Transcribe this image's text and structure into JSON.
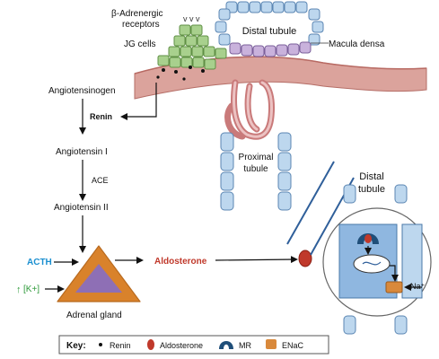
{
  "labels": {
    "beta_receptors_line1": "β-Adrenergic",
    "beta_receptors_line2": "receptors",
    "jg_cells": "JG cells",
    "distal_tubule_top": "Distal tubule",
    "macula_densa": "Macula densa",
    "angiotensinogen": "Angiotensinogen",
    "renin": "Renin",
    "angiotensin_1": "Angiotensin I",
    "ace": "ACE",
    "angiotensin_2": "Angiotensin II",
    "proximal_line1": "Proximal",
    "proximal_line2": "tubule",
    "distal_right_line1": "Distal",
    "distal_right_line2": "tubule",
    "acth": "ACTH",
    "k_plus": "[K+]",
    "k_arrow": "↑",
    "adrenal_gland": "Adrenal gland",
    "aldosterone": "Aldosterone",
    "na_plus": "Na⁺"
  },
  "key": {
    "title": "Key:",
    "renin": "Renin",
    "aldosterone": "Aldosterone",
    "mr": "MR",
    "enac": "ENaC"
  },
  "colors": {
    "acth": "#1a8fd0",
    "k_plus": "#2e9a3a",
    "aldosterone": "#c0392b",
    "jg_cells": "#a8d08d",
    "macula_densa": "#c9b2dc",
    "tubule_cells": "#bdd7ee",
    "vessel": "#dca19b",
    "adrenal_outer": "#d9822b",
    "adrenal_inner": "#8e6fb5",
    "mr": "#1f4e79",
    "enac": "#d9893b",
    "cell_fill": "#8fb7e0"
  }
}
